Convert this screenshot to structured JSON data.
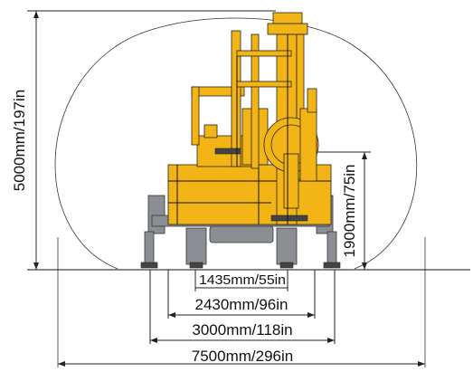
{
  "colors": {
    "machine": "#f3b416",
    "outrigger": "#8b8f93",
    "line": "#222222"
  },
  "dimensions": {
    "height_total": "5000mm/197in",
    "height_platform": "1900mm/75in",
    "width_track_gauge": "1435mm/55in",
    "width_outriggers": "2430mm/96in",
    "width_body": "3000mm/118in",
    "width_envelope": "7500mm/296in"
  }
}
